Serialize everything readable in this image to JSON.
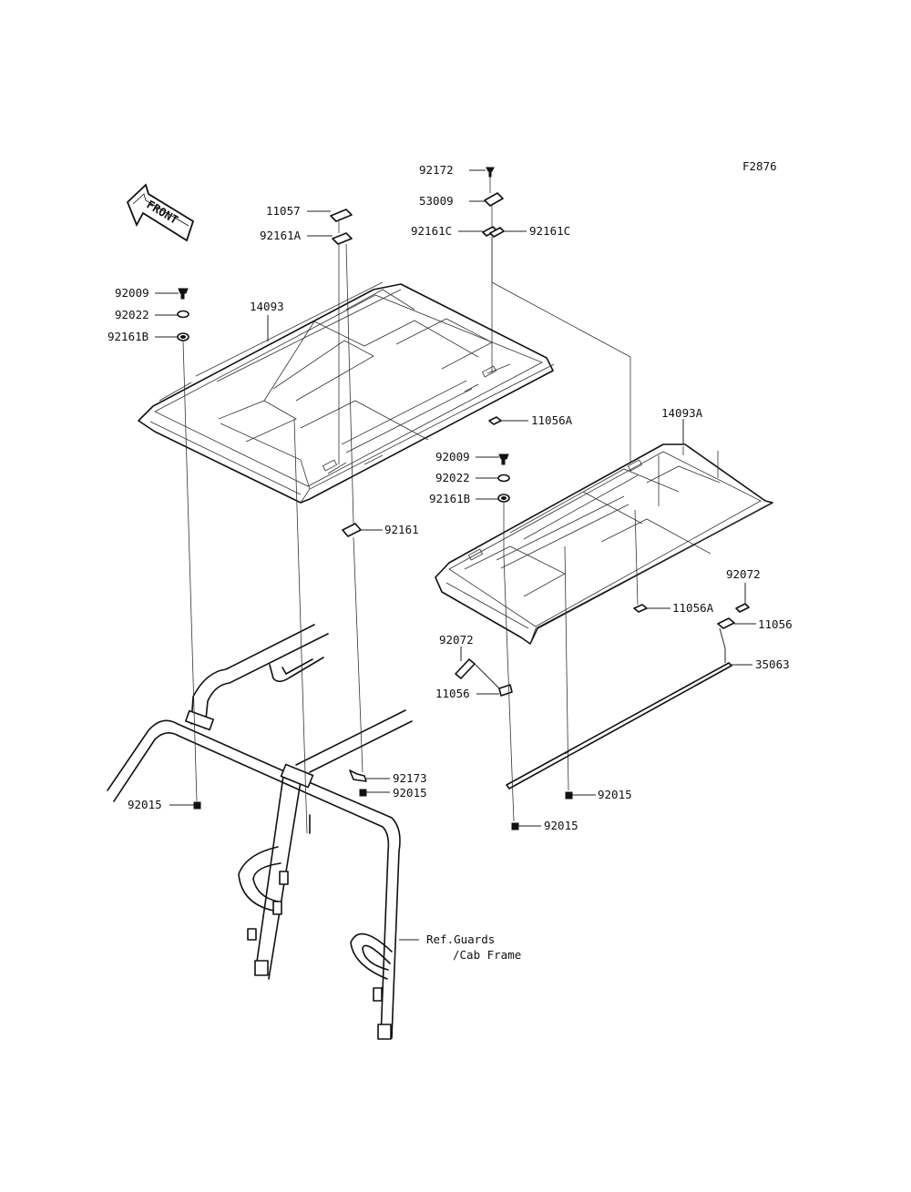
{
  "figure_code": "F2876",
  "front_arrow_label": "FRONT",
  "labels": {
    "l_92172": "92172",
    "l_53009": "53009",
    "l_92161C_left": "92161C",
    "l_92161C_right": "92161C",
    "l_11057": "11057",
    "l_92161A": "92161A",
    "l_92009_left": "92009",
    "l_92022_left": "92022",
    "l_92161B_left": "92161B",
    "l_14093": "14093",
    "l_11056A_top": "11056A",
    "l_92009_mid": "92009",
    "l_92022_mid": "92022",
    "l_92161B_mid": "92161B",
    "l_92161": "92161",
    "l_14093A": "14093A",
    "l_92072_right": "92072",
    "l_11056A_right": "11056A",
    "l_11056_right": "11056",
    "l_35063": "35063",
    "l_92072_left": "92072",
    "l_11056_left": "11056",
    "l_92173": "92173",
    "l_92015_center": "92015",
    "l_92015_left": "92015",
    "l_92015_right": "92015",
    "l_92015_bottom": "92015",
    "ref_line1": "Ref.Guards",
    "ref_line2": "/Cab Frame"
  }
}
